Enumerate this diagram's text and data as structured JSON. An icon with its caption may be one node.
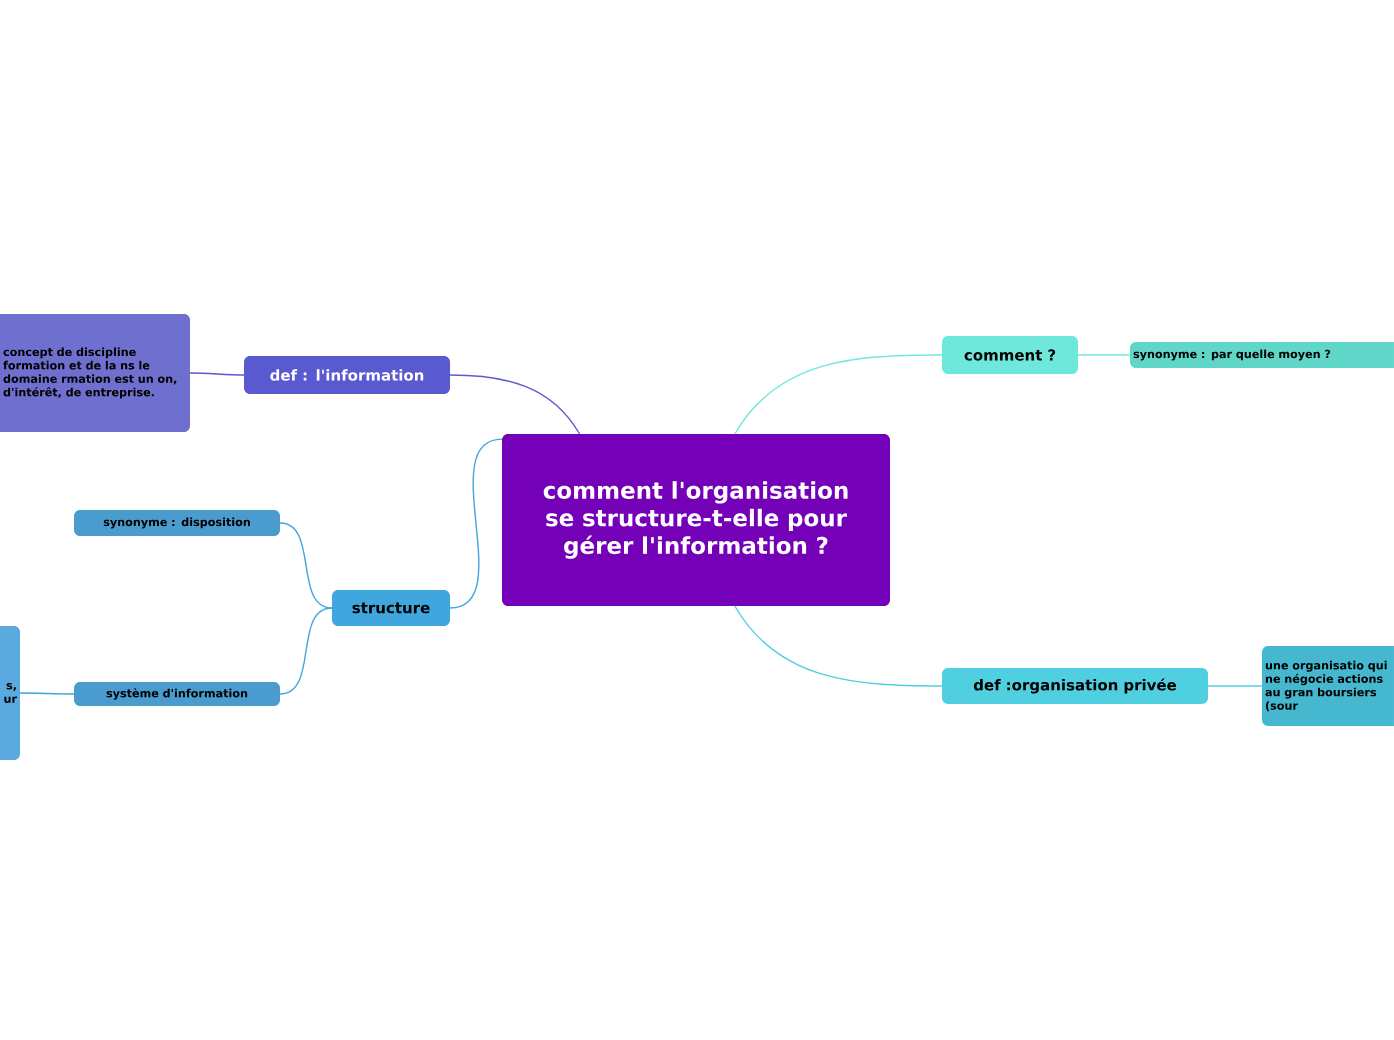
{
  "diagram": {
    "nodes": [
      {
        "text": [
          "comment l'organisation se structure-t-elle pour gérer l'information ?"
        ]
      },
      {
        "text": [
          "def : l'information"
        ]
      },
      {
        "text": [
          "concept de discipline formation et de la ns le domaine rmation est un on, d'intérêt, de entreprise."
        ]
      },
      {
        "text": [
          "structure"
        ]
      },
      {
        "text": [
          "synonyme : disposition"
        ]
      },
      {
        "text": [
          "système d'information"
        ]
      },
      {
        "text": [
          "s, ur"
        ]
      },
      {
        "text": [
          "comment ?"
        ]
      },
      {
        "text": [
          "synonyme : par quelle moyen ?"
        ]
      },
      {
        "text": [
          "def :organisation privée"
        ]
      },
      {
        "text": [
          "une organisatio qui ne négocie actions au gran boursiers (sour"
        ]
      }
    ],
    "edges": [
      {
        "from": 0,
        "to": 1,
        "arrow": "none",
        "color": "#5a5ad0"
      },
      {
        "from": 1,
        "to": 2,
        "arrow": "none",
        "color": "#5a5ad0"
      },
      {
        "from": 0,
        "to": 3,
        "arrow": "none",
        "color": "#3fa6de"
      },
      {
        "from": 3,
        "to": 4,
        "arrow": "none",
        "color": "#3fa6de"
      },
      {
        "from": 3,
        "to": 5,
        "arrow": "none",
        "color": "#3fa6de"
      },
      {
        "from": 5,
        "to": 6,
        "arrow": "none",
        "color": "#3fa6de"
      },
      {
        "from": 0,
        "to": 7,
        "arrow": "none",
        "color": "#6fe8dc"
      },
      {
        "from": 7,
        "to": 8,
        "arrow": "none",
        "color": "#6fe8dc"
      },
      {
        "from": 0,
        "to": 9,
        "arrow": "none",
        "color": "#50cfe0"
      },
      {
        "from": 9,
        "to": 10,
        "arrow": "none",
        "color": "#50cfe0"
      }
    ]
  }
}
